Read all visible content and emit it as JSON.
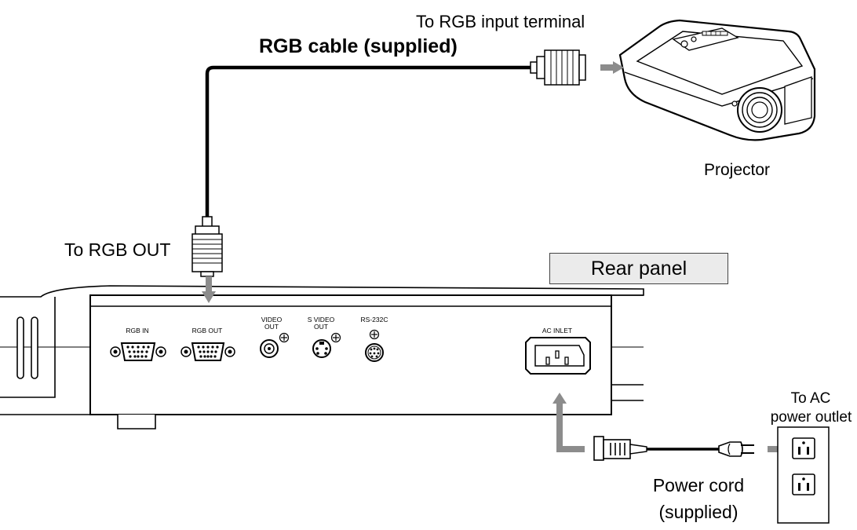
{
  "labels": {
    "rgb_input_terminal": "To RGB input terminal",
    "rgb_cable": "RGB cable (supplied)",
    "projector": "Projector",
    "rgb_out_arrow": "To RGB OUT",
    "rear_panel": "Rear panel",
    "ac_outlet_line1": "To AC",
    "ac_outlet_line2": "power outlet",
    "power_cord_line1": "Power cord",
    "power_cord_line2": "(supplied)"
  },
  "panel": {
    "rgb_in": "RGB IN",
    "rgb_out": "RGB OUT",
    "video_out_line1": "VIDEO",
    "video_out_line2": "OUT",
    "s_video_out_line1": "S VIDEO",
    "s_video_out_line2": "OUT",
    "rs232c": "RS-232C",
    "ac_inlet": "AC INLET"
  },
  "colors": {
    "line": "#000000",
    "arrow": "#8c8c8c",
    "panel_label_bg": "#ebebeb"
  }
}
